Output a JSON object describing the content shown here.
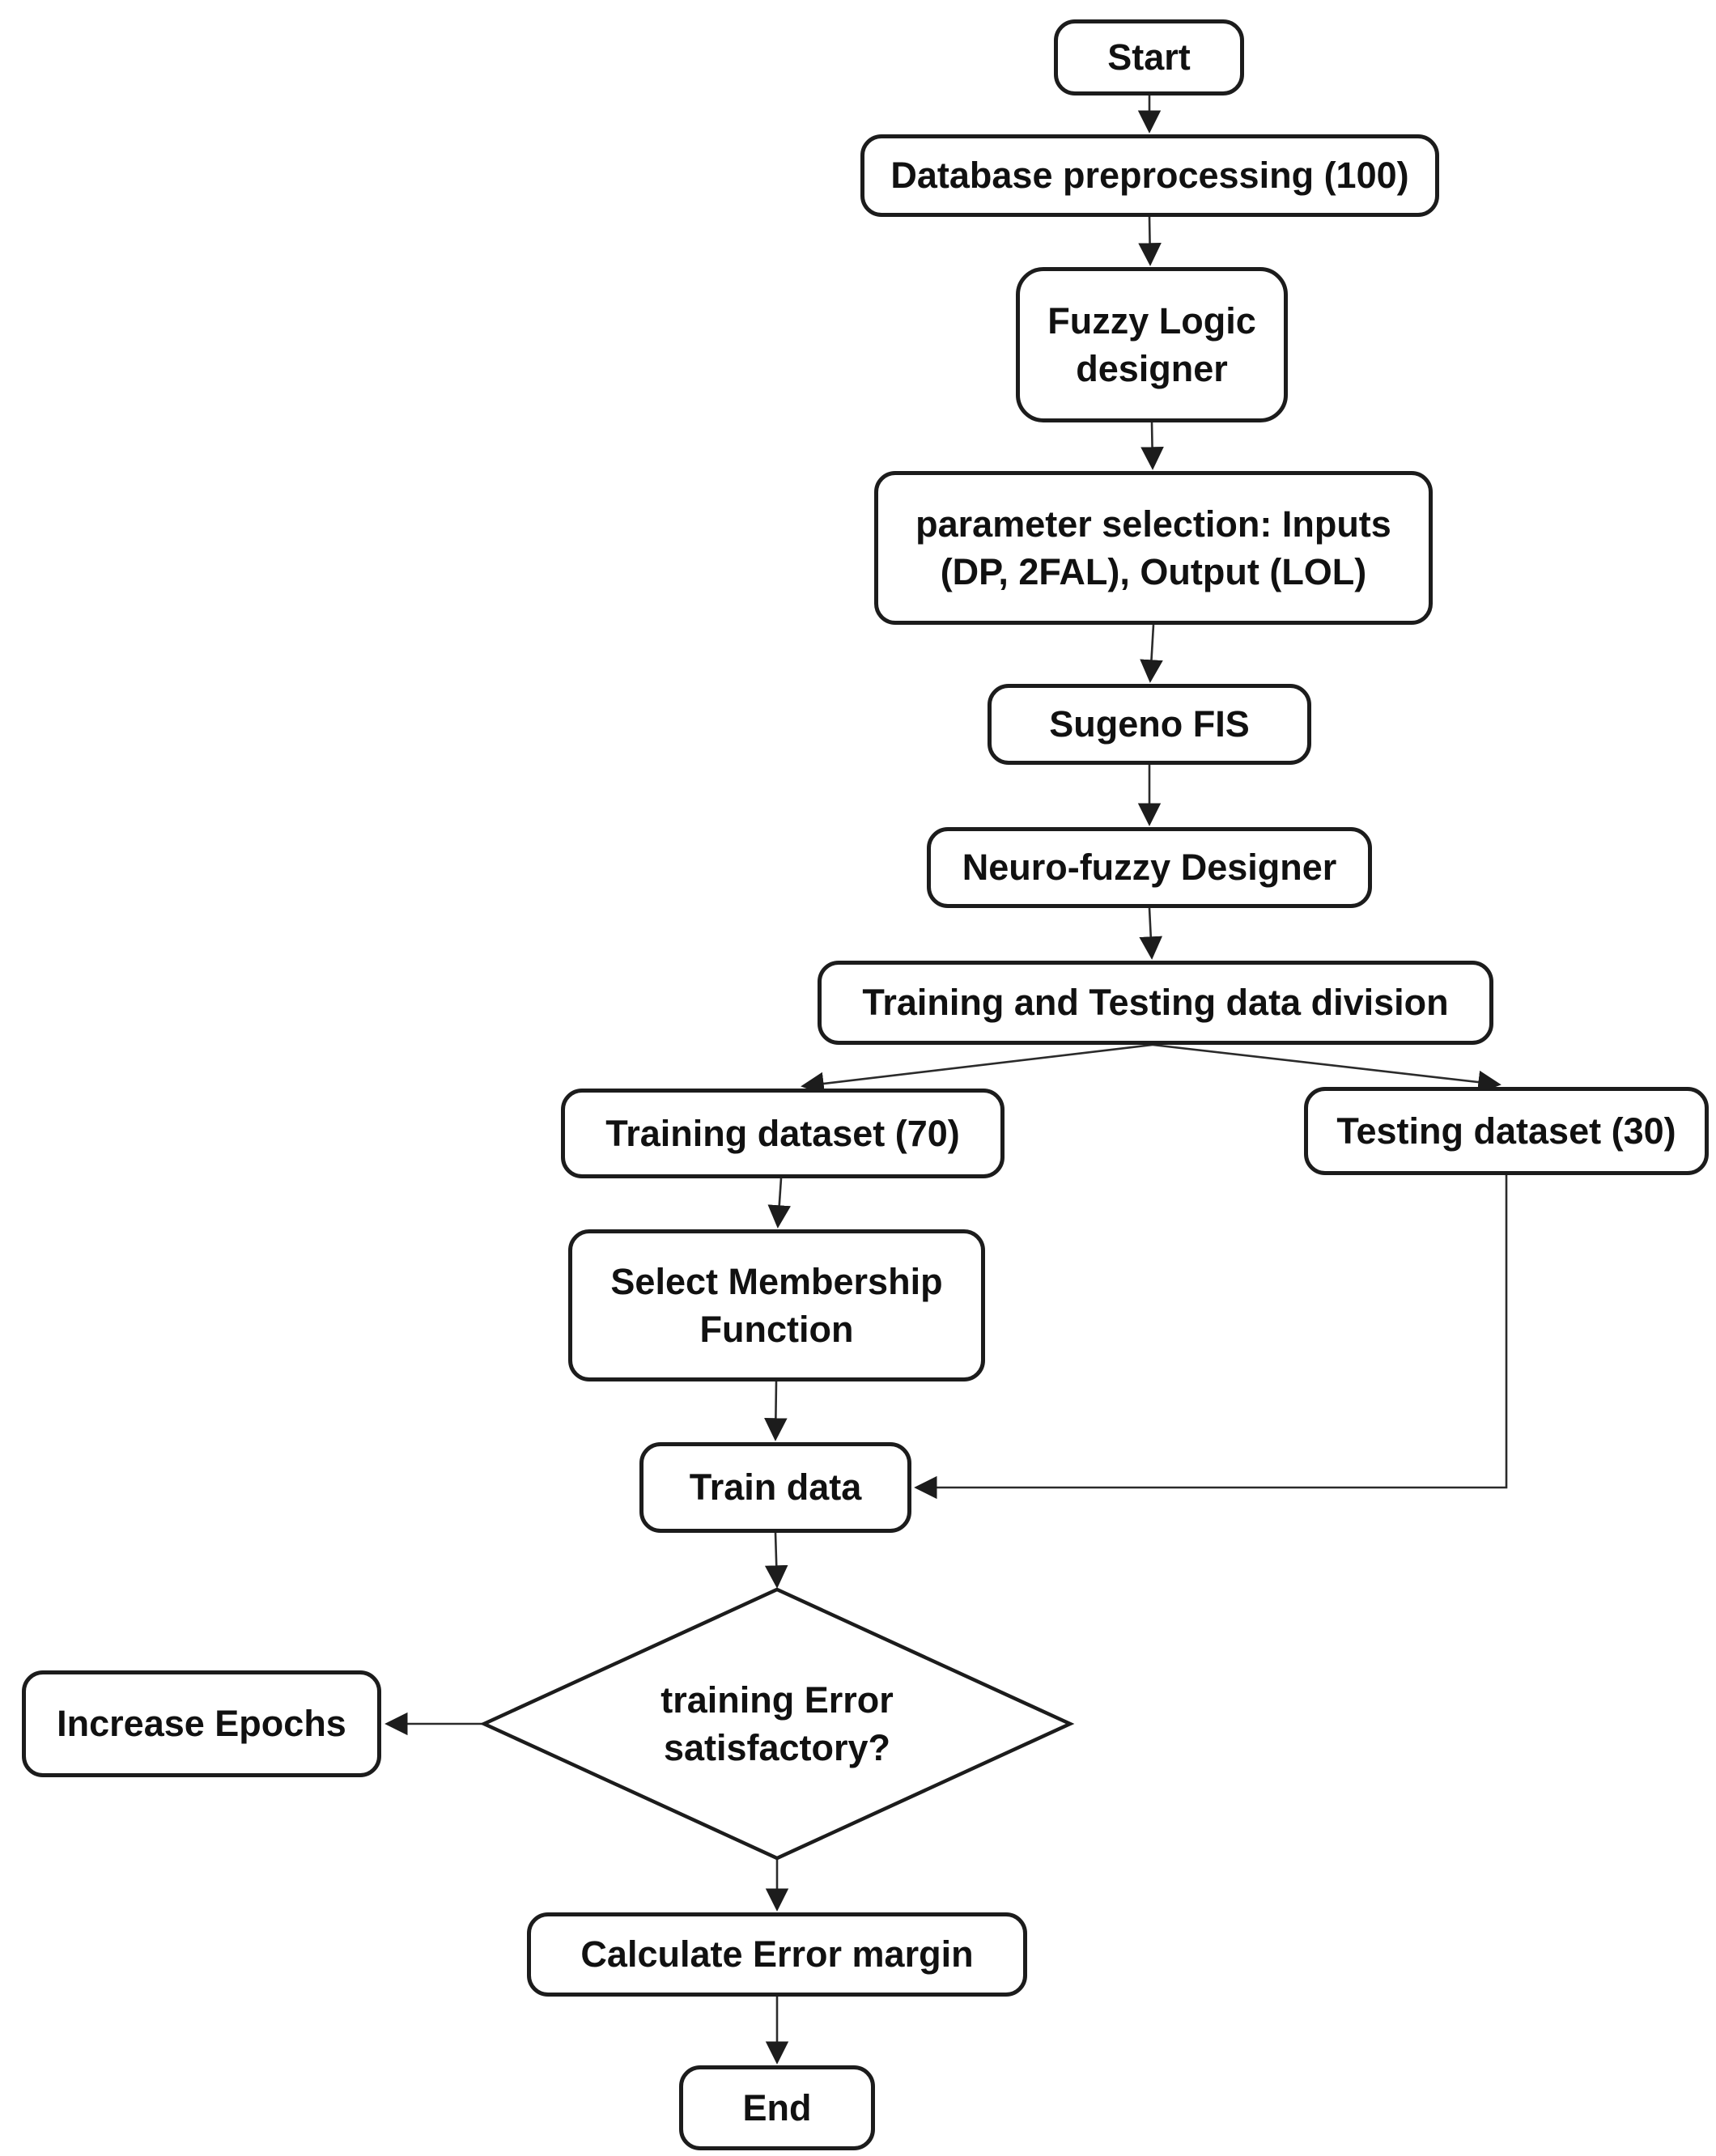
{
  "flowchart": {
    "background_color": "#ffffff",
    "node_border_color": "#1c1c1c",
    "connector_color": "#2b2b2b",
    "text_color": "#111111",
    "nodes": {
      "start": {
        "label": "Start",
        "shape": "rounded-rectangle"
      },
      "database_preprocessing": {
        "label": "Database preprocessing (100)",
        "shape": "rounded-rectangle"
      },
      "fuzzy_logic_designer": {
        "label": "Fuzzy Logic designer",
        "shape": "rounded-rectangle"
      },
      "parameter_selection": {
        "label": "parameter selection: Inputs (DP, 2FAL), Output (LOL)",
        "shape": "rounded-rectangle"
      },
      "sugeno_fis": {
        "label": "Sugeno FIS",
        "shape": "rounded-rectangle"
      },
      "neuro_fuzzy_designer": {
        "label": "Neuro-fuzzy Designer",
        "shape": "rounded-rectangle"
      },
      "data_division": {
        "label": "Training and Testing data division",
        "shape": "rounded-rectangle"
      },
      "training_dataset": {
        "label": "Training dataset (70)",
        "shape": "rounded-rectangle"
      },
      "testing_dataset": {
        "label": "Testing dataset (30)",
        "shape": "rounded-rectangle"
      },
      "select_membership": {
        "label": "Select Membership Function",
        "shape": "rounded-rectangle"
      },
      "train_data": {
        "label": "Train data",
        "shape": "rounded-rectangle"
      },
      "training_error_decision": {
        "label": "training Error satisfactory?",
        "shape": "diamond"
      },
      "increase_epochs": {
        "label": "Increase Epochs",
        "shape": "rounded-rectangle"
      },
      "calculate_error_margin": {
        "label": "Calculate Error margin",
        "shape": "rounded-rectangle"
      },
      "end": {
        "label": "End",
        "shape": "rounded-rectangle"
      }
    },
    "edges": [
      {
        "from": "start",
        "to": "database_preprocessing"
      },
      {
        "from": "database_preprocessing",
        "to": "fuzzy_logic_designer"
      },
      {
        "from": "fuzzy_logic_designer",
        "to": "parameter_selection"
      },
      {
        "from": "parameter_selection",
        "to": "sugeno_fis"
      },
      {
        "from": "sugeno_fis",
        "to": "neuro_fuzzy_designer"
      },
      {
        "from": "neuro_fuzzy_designer",
        "to": "data_division"
      },
      {
        "from": "data_division",
        "to": "training_dataset"
      },
      {
        "from": "data_division",
        "to": "testing_dataset"
      },
      {
        "from": "training_dataset",
        "to": "select_membership"
      },
      {
        "from": "select_membership",
        "to": "train_data"
      },
      {
        "from": "testing_dataset",
        "to": "train_data"
      },
      {
        "from": "train_data",
        "to": "training_error_decision"
      },
      {
        "from": "training_error_decision",
        "to": "increase_epochs"
      },
      {
        "from": "training_error_decision",
        "to": "calculate_error_margin"
      },
      {
        "from": "calculate_error_margin",
        "to": "end"
      }
    ]
  }
}
